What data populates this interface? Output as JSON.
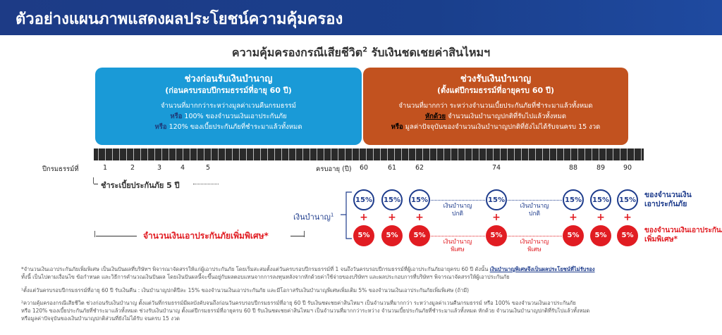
{
  "header": {
    "title": "ตัวอย่างแผนภาพแสดงผลประโยชน์ความคุ้มครอง"
  },
  "subtitle": {
    "text": "ความคุ้มครองกรณีเสียชีวิต",
    "sup": "2",
    "text2": " รับเงินชดเชยค่าสินไหมฯ"
  },
  "left_panel": {
    "heading": "ช่วงก่อนรับเงินบำนาญ",
    "subheading": "(ก่อนครบรอบปีกรมธรรม์ที่อายุ 60 ปี)",
    "line1": "จำนวนที่มากกว่าระหว่างมูลค่าเวนคืนกรมธรรม์",
    "line2_kw": "หรือ",
    "line2": " 100% ของจำนวนเงินเอาประกันภัย",
    "line3_kw": "หรือ",
    "line3": " 120% ของเบี้ยประกันภัยที่ชำระมาแล้วทั้งหมด",
    "color": "#1a9ad7"
  },
  "right_panel": {
    "heading": "ช่วงรับเงินบำนาญ",
    "subheading": "(ตั้งแต่ปีกรมธรรม์ที่อายุครบ 60 ปี)",
    "line1": "จำนวนที่มากกว่า ระหว่างจำนวนเบี้ยประกันภัยที่ชำระมาแล้วทั้งหมด",
    "line2_kw": "หักด้วย",
    "line2": " จำนวนเงินบำนาญปกติที่รับไปแล้วทั้งหมด",
    "line3_kw": "หรือ",
    "line3": " มูลค่าปัจจุบันของจำนวนเงินบำนาญปกติที่ยังไม่ได้รับจนครบ 15 งวด",
    "color": "#c2521f"
  },
  "timeline": {
    "policy_year_label": "ปีกรมธรรม์ที่",
    "policy_years": [
      "1",
      "2",
      "3",
      "4",
      "5"
    ],
    "age_label": "ครบอายุ (ปี)",
    "ages": [
      "60",
      "61",
      "62",
      "74",
      "88",
      "89",
      "90"
    ],
    "premium_period": "ชำระเบี้ยประกันภัย 5 ปี"
  },
  "benefits": {
    "annuity_label": "เงินบำนาญ",
    "annuity_sup": "1",
    "annuity_pct": "15%",
    "extra_pct": "5%",
    "plus": "+",
    "normal_annuity": [
      "เงินบำนาญ",
      "ปกติ"
    ],
    "special_annuity": [
      "เงินบำนาญ",
      "พิเศษ"
    ],
    "of_sum_assured": [
      "ของจำนวนเงิน",
      "เอาประกันภัย"
    ],
    "of_special_sum": [
      "ของจำนวนเงินเอาประกันภัย",
      "เพิ่มพิเศษ*"
    ],
    "special_sum_label": "จำนวนเงินเอาประกันภัยเพิ่มพิเศษ*",
    "blue_color": "#1e3c8c",
    "red_color": "#e11c22"
  },
  "footnotes": {
    "f1a": "*จำนวนเงินเอาประกันภัยเพิ่มพิเศษ เป็นเงินปันผลที่บริษัทฯ พิจารณาจัดสรรให้แก่ผู้เอาประกันภัย โดยเริ่มสะสมตั้งแต่วันครบรอบปีกรมธรรม์ที่ 1 จนถึงวันครบรอบปีกรมธรรม์ที่ผู้เอาประกันภัยอายุครบ 60 ปี ดังนั้น ",
    "f1u": "เงินบำนาญพิเศษจึงเป็นผลประโยชน์ที่ไม่รับรอง",
    "f1b": "ทั้งนี้ เป็นไปตามเงื่อนไข ข้อกำหนด และวิธีการคำนวณเงินปันผล โดยเงินปันผลนี้จะขึ้นอยู่กับผลตอบแทนจากการลงทุนหลังจากหักด้วยค่าใช้จ่ายของบริษัทฯ และผลประกอบการที่บริษัทฯ พิจารณาจัดสรรให้ผู้เอาประกันภัย",
    "f2": "¹ตั้งแต่วันครบรอบปีกรมธรรม์ที่อายุ 60 ปี รับเงินคืน : เงินบำนาญปกติปีละ 15% ของจำนวนเงินเอาประกันภัย และมีโอกาสรับเงินบำนาญพิเศษเพิ่มเติม 5% ของจำนวนเงินเอาประกันภัยเพิ่มพิเศษ (ถ้ามี)",
    "f3a": "²ความคุ้มครองกรณีเสียชีวิต ช่วงก่อนรับเงินบำนาญ ตั้งแต่วันที่กรมธรรม์มีผลบังคับจนถึงก่อนวันครบรอบปีกรมธรรม์ที่อายุ 60 ปี รับเงินชดเชยค่าสินไหมฯ เป็นจำนวนที่มากกว่า ระหว่างมูลค่าเวนคืนกรมธรรม์ หรือ 100% ของจำนวนเงินเอาประกันภัย",
    "f3b": "หรือ 120% ของเบี้ยประกันภัยที่ชำระมาแล้วทั้งหมด ช่วงรับเงินบำนาญ ตั้งแต่ปีกรมธรรม์ที่อายุครบ 60 ปี รับเงินชดเชยค่าสินไหมฯ เป็นจำนวนที่มากกว่าระหว่าง จำนวนเบี้ยประกันภัยที่ชำระมาแล้วทั้งหมด หักด้วย จำนวนเงินบำนาญปกติที่รับไปแล้วทั้งหมด",
    "f3c": "หรือมูลค่าปัจจุบันของเงินบำนาญปกติส่วนที่ยังไม่ได้รับ จนครบ 15 งวด"
  }
}
